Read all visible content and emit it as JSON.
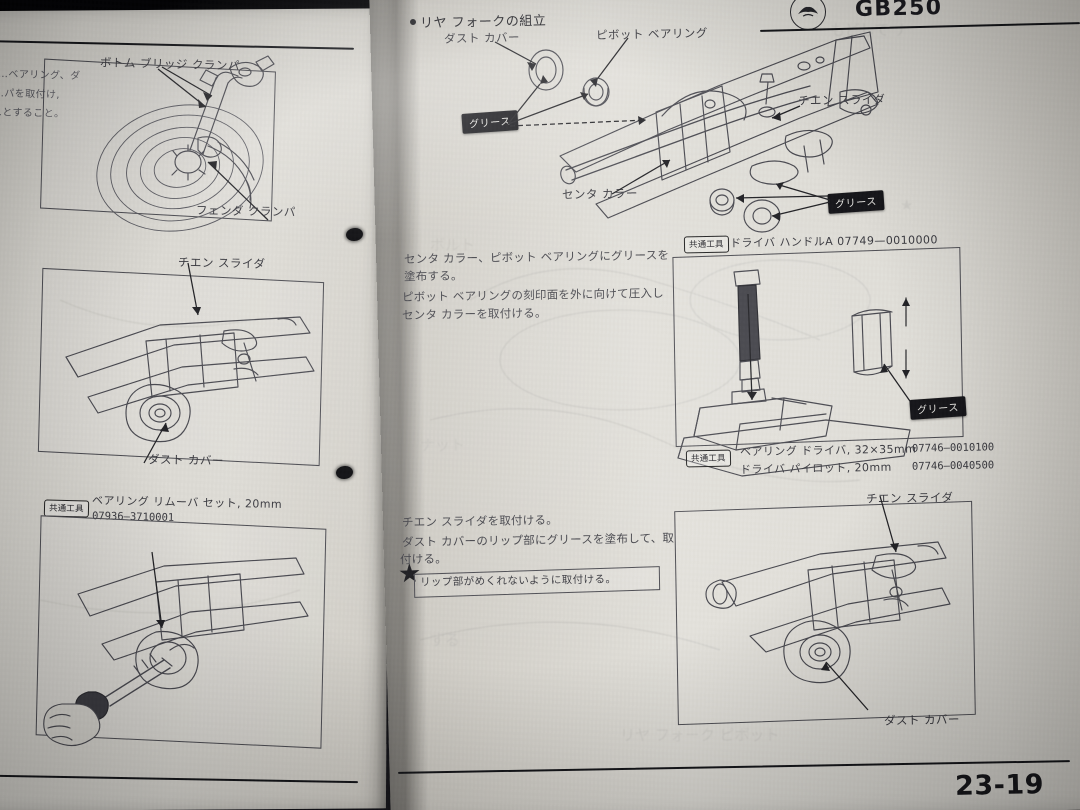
{
  "document": {
    "type": "service-manual-page",
    "model": "GB250",
    "page_number": "23-19",
    "logo": "honda-wing-logo"
  },
  "left_page": {
    "edge_text_lines": [
      "…ベアリング、ダ",
      "…パを取付け,",
      "…とすること。"
    ],
    "figures": [
      {
        "name": "front-fork-fender-figure",
        "labels": [
          {
            "text": "ボトム ブリッジ クランパ"
          },
          {
            "text": "フェンダ クランパ"
          }
        ]
      },
      {
        "name": "swingarm-chain-slider-figure",
        "labels": [
          {
            "text": "チエン スライダ"
          },
          {
            "text": "ダスト カバー"
          }
        ]
      },
      {
        "name": "bearing-remover-figure",
        "tool_tag": "共通工具",
        "tool_name": "ベアリング リムーバ セット, 20mm",
        "tool_number": "07936—3710001"
      }
    ]
  },
  "right_page": {
    "section_heading": "リヤ フォークの組立",
    "figures": [
      {
        "name": "rear-fork-exploded-figure",
        "labels": [
          {
            "text": "ダスト カバー"
          },
          {
            "text": "ピボット ベアリング"
          },
          {
            "text": "チエン スライダ"
          },
          {
            "text": "センタ カラー"
          }
        ],
        "grease_badges": [
          "グリース",
          "グリース"
        ]
      },
      {
        "name": "bearing-driver-figure",
        "tool_tag_top": "共通工具",
        "tool_name_top": "ドライバ ハンドルA 07749—0010000",
        "tool_tag_bottom": "共通工具",
        "tool_rows_bottom": [
          {
            "name": "ベアリング ドライバ, 32×35mm",
            "number": "07746—0010100"
          },
          {
            "name": "ドライバ パイロット, 20mm",
            "number": "07746—0040500"
          }
        ],
        "grease_badge": "グリース"
      },
      {
        "name": "chain-slider-install-figure",
        "labels": [
          {
            "text": "チエン スライダ"
          },
          {
            "text": "ダスト カバー"
          }
        ]
      }
    ],
    "body_text_upper": [
      "センタ カラー、ピボット ベアリングにグリースを",
      "塗布する。",
      "ピボット ベアリングの刻印面を外に向けて圧入し",
      "センタ カラーを取付ける。"
    ],
    "body_text_lower": [
      "チエン スライダを取付ける。",
      "ダスト カバーのリップ部にグリースを塗布して、取",
      "付ける。"
    ],
    "caution_note": {
      "marker": "★",
      "text": "リップ部がめくれないように取付ける。"
    }
  },
  "colors": {
    "paper": "#dedcd6",
    "ink": "#3b3b41",
    "line_art": "#4a4a51",
    "badge_bg": "#17171b",
    "background": "#07070b"
  }
}
